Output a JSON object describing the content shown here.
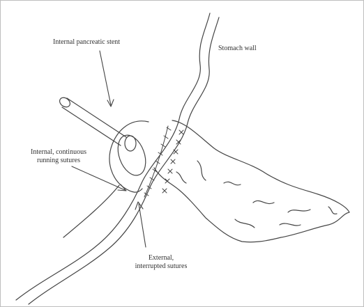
{
  "labels": {
    "stent": "Internal pancreatic stent",
    "stomach": "Stomach wall",
    "internal_line1": "Internal, continuous",
    "internal_line2": "running sutures",
    "external_line1": "External,",
    "external_line2": "interrupted sutures"
  }
}
